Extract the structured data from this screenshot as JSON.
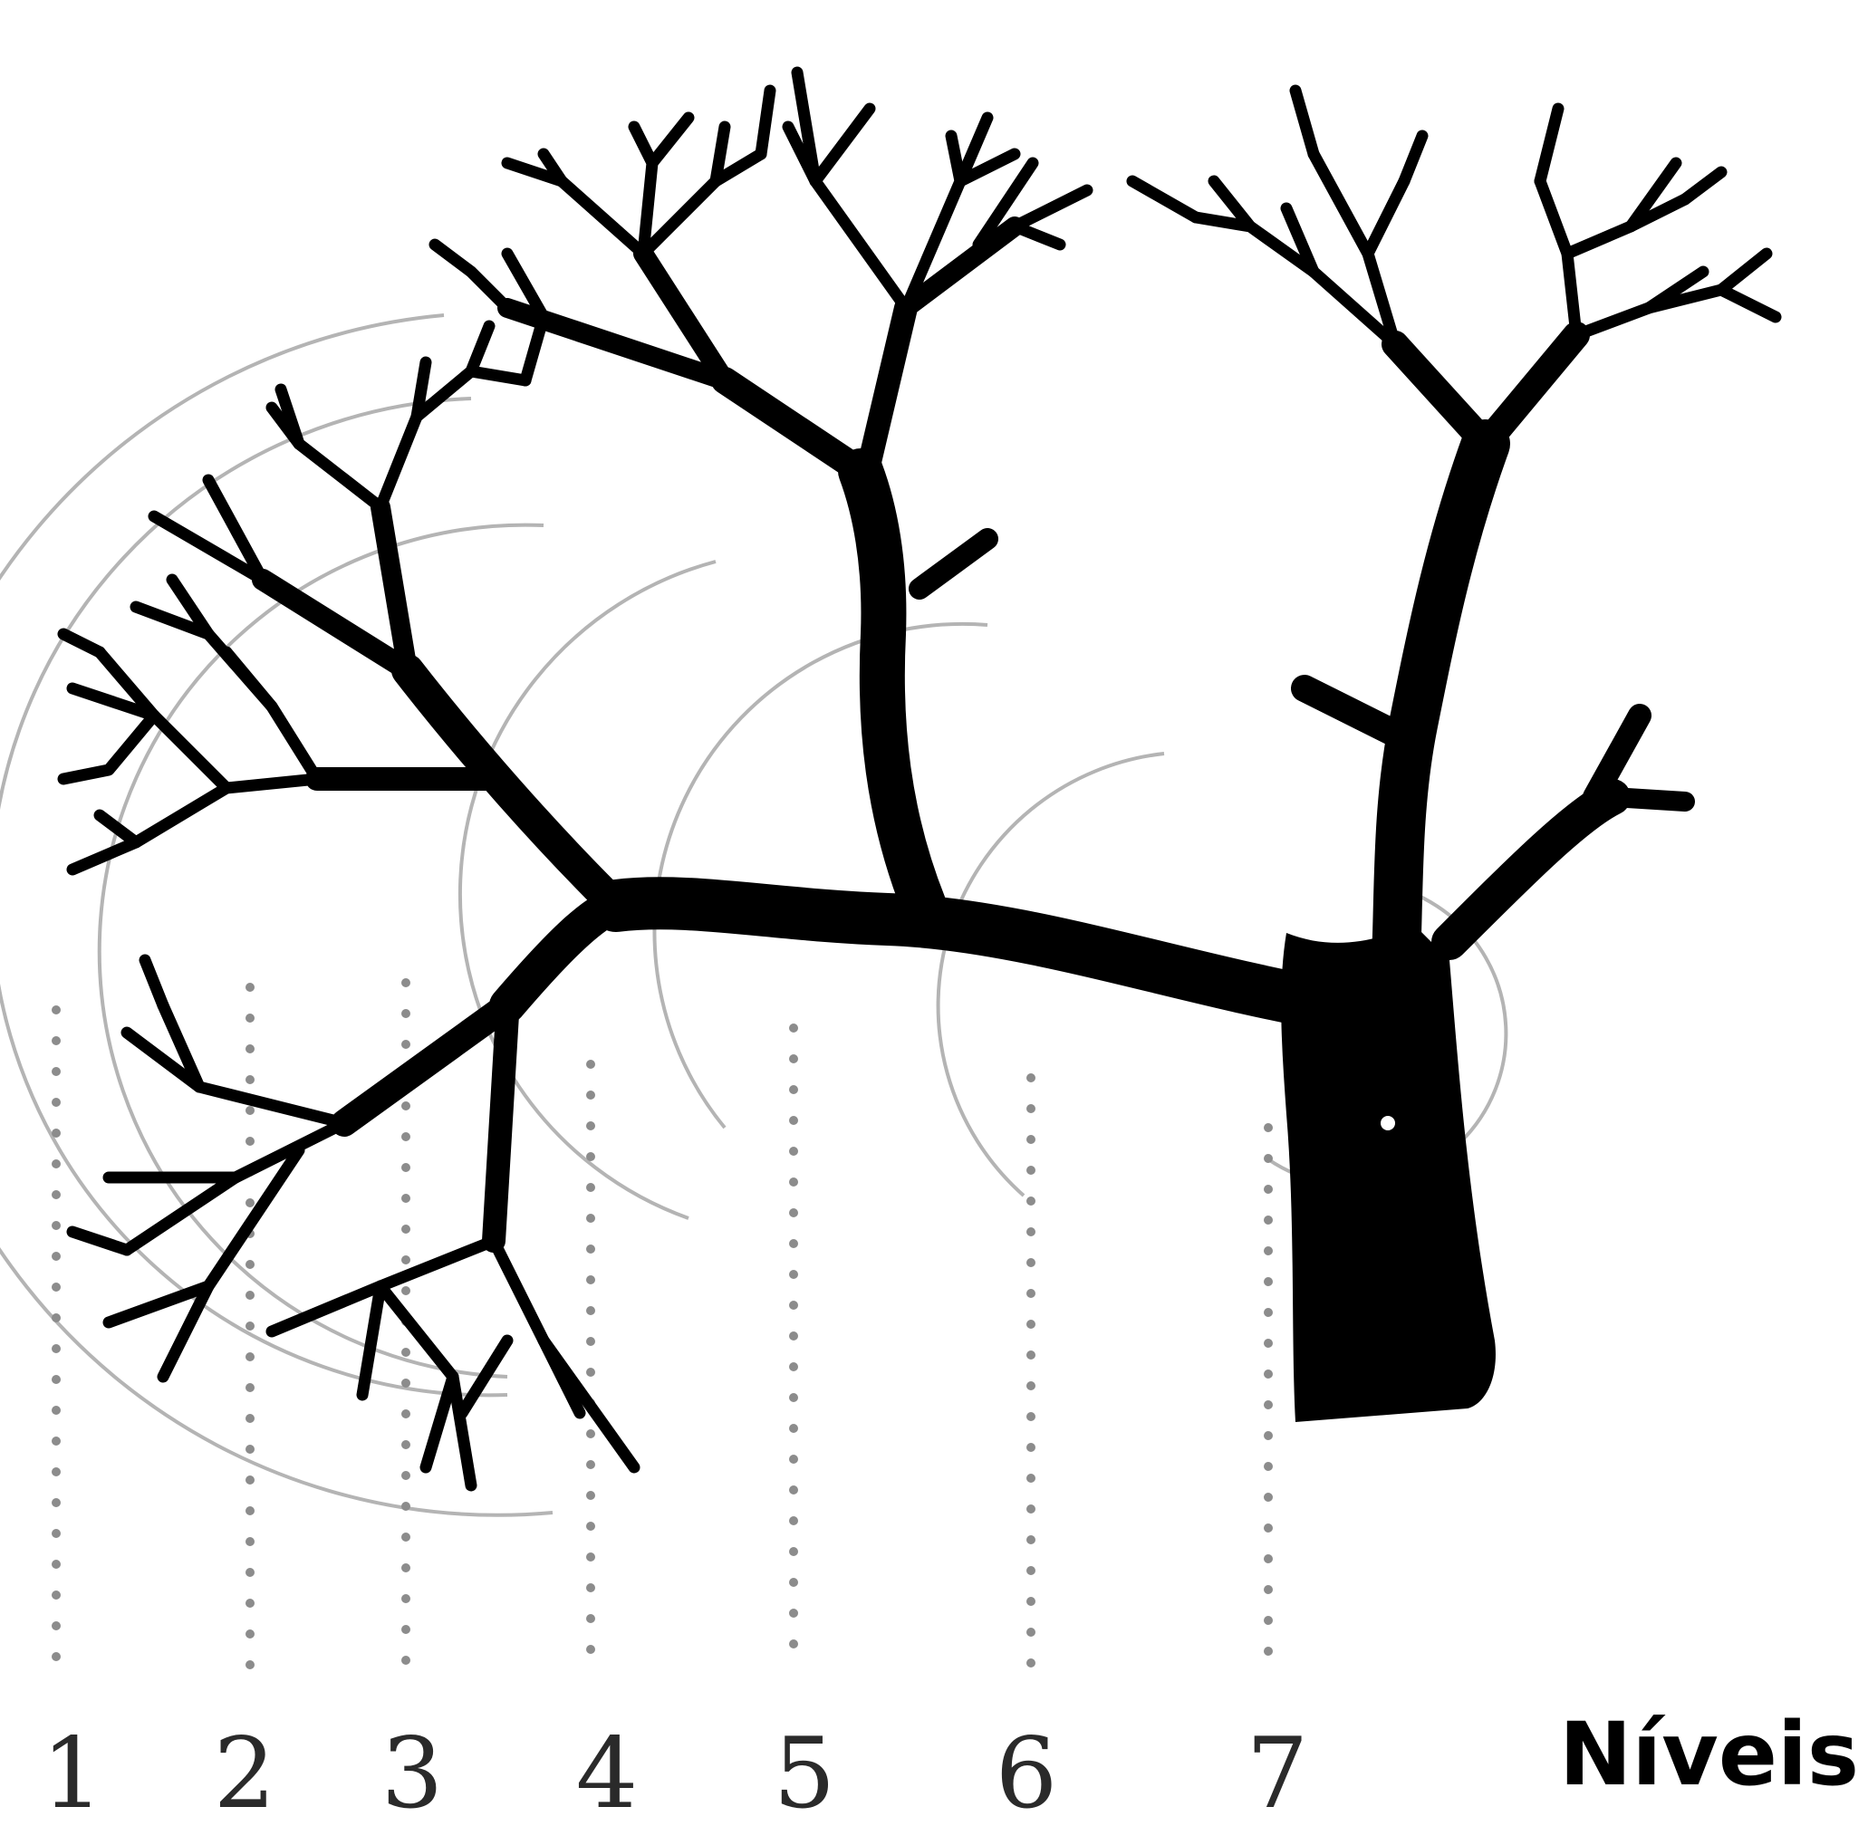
{
  "title": "Níveis",
  "levels": [
    "1",
    "2",
    "3",
    "4",
    "5",
    "6",
    "7"
  ],
  "colors": {
    "tree": "#000000",
    "arcs": "#b4b4b4",
    "dots": "#8c8c8c",
    "labels": "#2a2a2a"
  }
}
